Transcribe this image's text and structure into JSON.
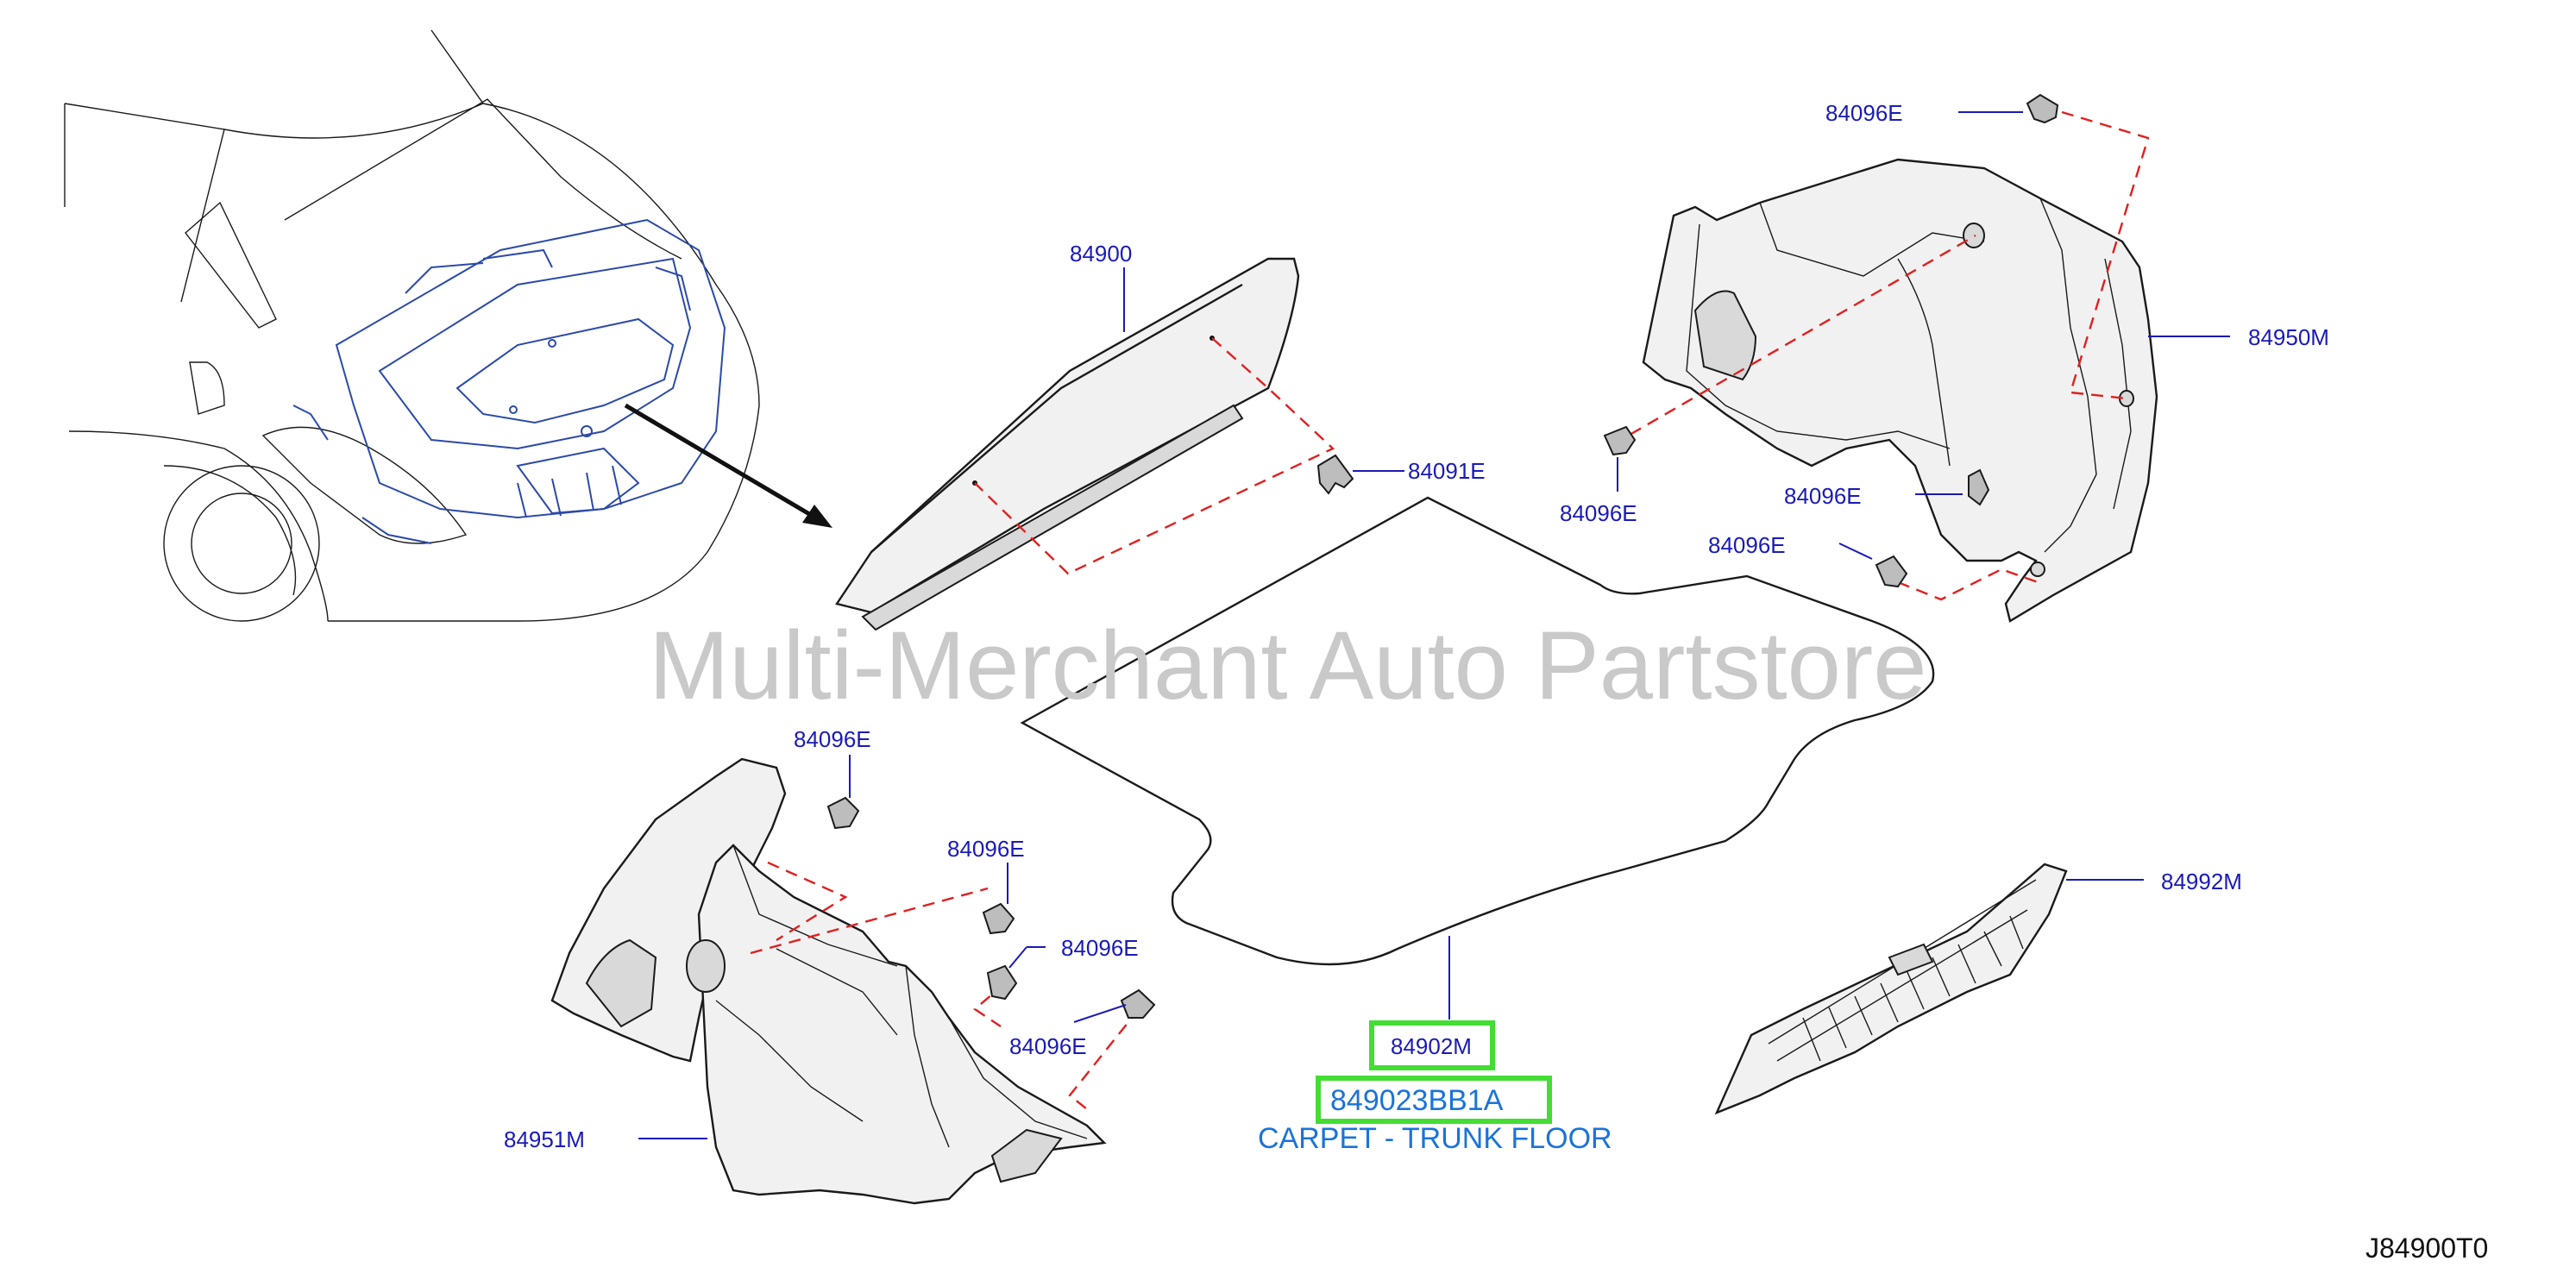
{
  "watermark": "Multi-Merchant Auto Partstore",
  "diagram_id": "J84900T0",
  "labels": {
    "l84900": "84900",
    "l84091E": "84091E",
    "l84096E_top": "84096E",
    "l84950M": "84950M",
    "l84096E_r1": "84096E",
    "l84096E_r2": "84096E",
    "l84096E_r3": "84096E",
    "l84096E_l1": "84096E",
    "l84096E_l2": "84096E",
    "l84096E_l3": "84096E",
    "l84096E_l4": "84096E",
    "l84951M": "84951M",
    "l84992M": "84992M"
  },
  "highlight": {
    "part_number": "84902M",
    "oem_number": "849023BB1A",
    "description": "CARPET - TRUNK FLOOR",
    "highlight_color": "#44dd33"
  },
  "colors": {
    "label": "#1a1ab8",
    "dashed_line": "#e02020",
    "car_outline_blue": "#2b4aa8",
    "watermark": "#c9c9c9"
  }
}
